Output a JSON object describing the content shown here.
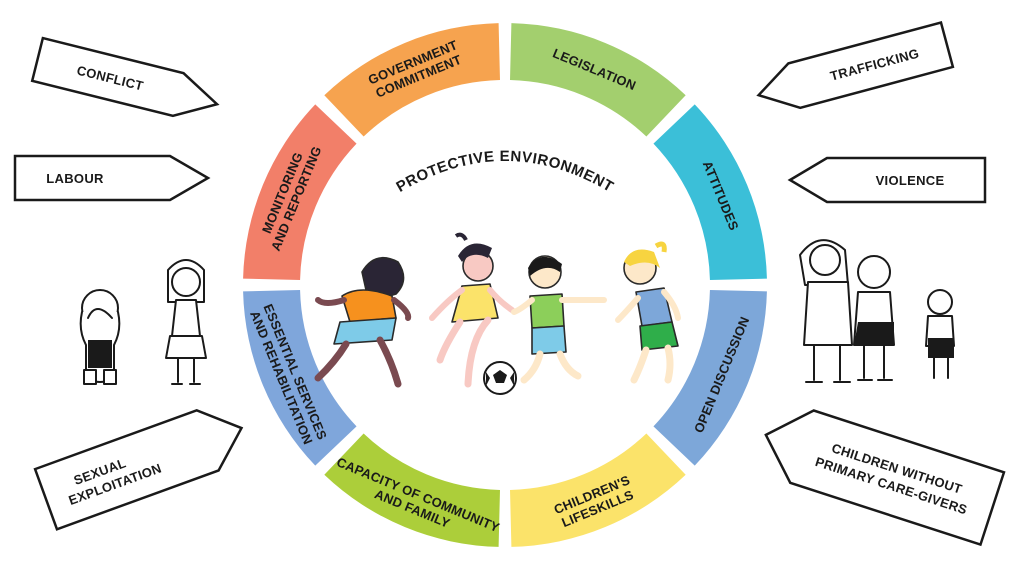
{
  "center_title": "PROTECTIVE ENVIRONMENT",
  "segments": [
    {
      "lines": [
        "LEGISLATION"
      ],
      "color": "#a3cf6e"
    },
    {
      "lines": [
        "ATTITUDES"
      ],
      "color": "#3bbfd8"
    },
    {
      "lines": [
        "OPEN DISCUSSION"
      ],
      "color": "#7da7d9"
    },
    {
      "lines": [
        "CHILDREN'S",
        "LIFESKILLS"
      ],
      "color": "#fbe36a"
    },
    {
      "lines": [
        "CAPACITY OF COMMUNITY",
        "AND FAMILY"
      ],
      "color": "#acce3a"
    },
    {
      "lines": [
        "ESSENTIAL SERVICES",
        "AND REHABILITATION"
      ],
      "color": "#7fa6db"
    },
    {
      "lines": [
        "MONITORING",
        "AND REPORTING"
      ],
      "color": "#f27f69"
    },
    {
      "lines": [
        "GOVERNMENT",
        "COMMITMENT"
      ],
      "color": "#f6a34f"
    }
  ],
  "threats": [
    {
      "lines": [
        "CONFLICT"
      ]
    },
    {
      "lines": [
        "LABOUR"
      ]
    },
    {
      "lines": [
        "SEXUAL",
        "EXPLOITATION"
      ]
    },
    {
      "lines": [
        "TRAFFICKING"
      ]
    },
    {
      "lines": [
        "VIOLENCE"
      ]
    },
    {
      "lines": [
        "CHILDREN WITHOUT",
        "PRIMARY CARE-GIVERS"
      ]
    }
  ]
}
